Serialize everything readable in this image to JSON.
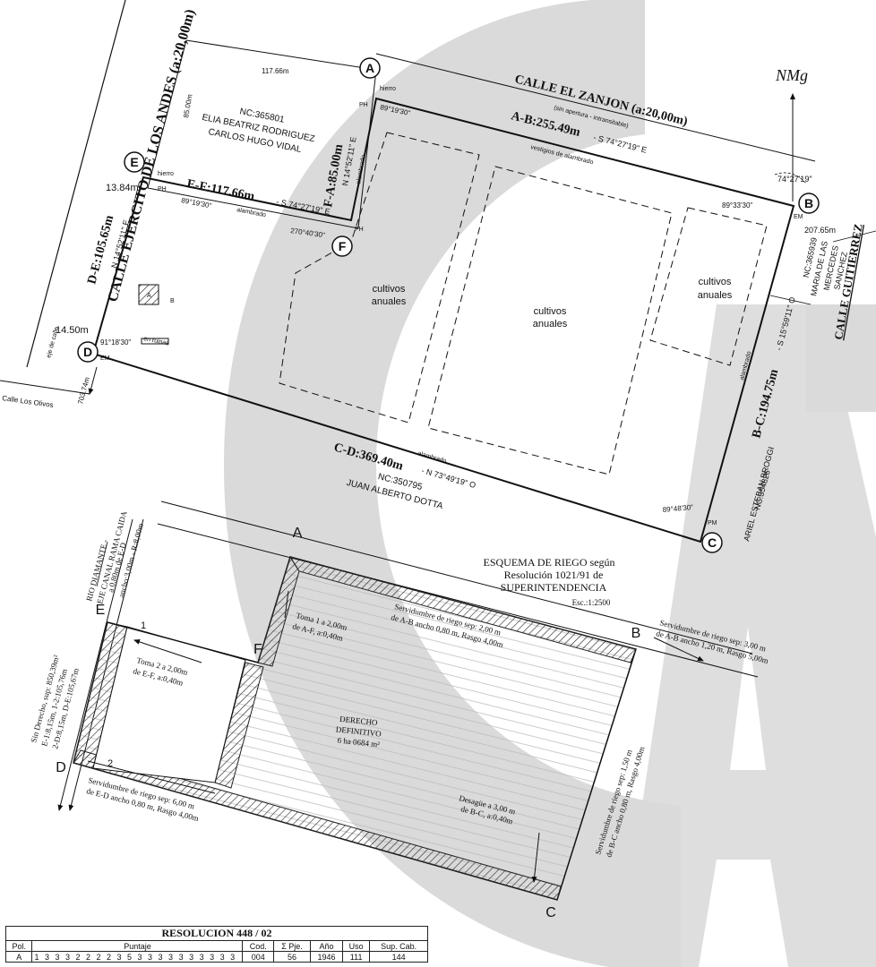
{
  "colors": {
    "ink": "#111111",
    "watermark": "#d4d4d4",
    "paper": "#ffffff"
  },
  "north": {
    "label": "NMg",
    "bearing": "74°27'19\""
  },
  "vertices": [
    "A",
    "B",
    "C",
    "D",
    "E",
    "F"
  ],
  "streets": {
    "ejercito": "CALLE EJERCITO DE LOS ANDES (a:20,00m)",
    "zanjon": "CALLE EL ZANJON (a:20,00m)",
    "zanjon_note": "(sin apertura - intransitable)",
    "guitierrez": "CALLE GUITIERREZ",
    "olivos": "Calle Los Olivos",
    "eje": "eje de calle"
  },
  "sides": {
    "ab": "A-B:255.49m",
    "ab_bearing": "- S 74°27'19\" E",
    "bc": "B-C:194.75m",
    "bc_bearing": "- S 15°59'11\" O",
    "cd": "C-D:369.40m",
    "cd_bearing": "- N 73°49'19\" O",
    "de": "D-E:105.65m",
    "de_bearing": "N 14°52'11\" E",
    "ef": "E-F:117.66m",
    "ef_bearing": "- S 74°27'19\" E",
    "fa": "F-A:85.00m",
    "fa_bearing": "N 14°52'11\" E"
  },
  "dims": {
    "top": "117.66m",
    "left85": "85.00m",
    "e_offset": "13.84m",
    "d_offset": "14.50m",
    "d_south": "703.74m",
    "b_east": "207.65m"
  },
  "angles": {
    "a": "89°19'30\"",
    "b": "89°33'30\"",
    "c": "89°48'30\"",
    "d": "91°18'30\"",
    "e": "89°19'30\"",
    "f": "270°40'30\""
  },
  "markers": {
    "hierro_a": "hierro",
    "hierro_e": "hierro",
    "ph": "PH",
    "em": "EM",
    "pm": "PM",
    "alambrado": "alambrado",
    "vestigios": "vestigios de alambrado",
    "ruinas": "en ruinas",
    "small_a": "A",
    "small_b": "B"
  },
  "owners": {
    "nw": [
      "NC:365801",
      "ELIA BEATRIZ RODRIGUEZ",
      "CARLOS HUGO VIDAL"
    ],
    "e": [
      "NC:365939",
      "MARIA DE LAS",
      "MERCEDES",
      "SANCHEZ"
    ],
    "se": [
      "NC:354826",
      "ARIEL ESTEBAN BROGGI"
    ],
    "s": [
      "NC:350795",
      "JUAN ALBERTO DOTTA"
    ]
  },
  "crops": {
    "line1": "cultivos",
    "line2": "anuales"
  },
  "scheme": {
    "title1": "ESQUEMA DE RIEGO según",
    "title2": "Resolución 1021/91 de",
    "title3": "SUPERINTENDENCIA",
    "scale": "Esc.:1:2500",
    "right_title": "DERECHO",
    "right_title2": "DEFINITIVO",
    "right_value": "6 ha 0684 m²",
    "toma1_a": "Toma 1 a 2,00m",
    "toma1_b": "de A-F, a:0,40m",
    "toma2_a": "Toma 2 a 2,00m",
    "toma2_b": "de E-F, a:0,40m",
    "serv_ab_a": "Servidumbre de riego sep: 2,00 m",
    "serv_ab_b": "de A-B ancho 0,80 m, Rasgo 4,00m",
    "serv_ab_out_a": "Servidumbre de riego sep: 3,00 m",
    "serv_ab_out_b": "de A-B ancho 1,20 m, Rasgo 5,00m",
    "serv_ed_a": "Servidumbre de riego sep: 6,00 m",
    "serv_ed_b": "de E-D ancho 0,80 m, Rasgo 4,00m",
    "serv_bc_a": "Servidumbre de riego sep: 1,50 m",
    "serv_bc_b": "de B-C ancho 0,80 m, Rasgo 4,00m",
    "desague_a": "Desagüe a 3,00 m",
    "desague_b": "de B-C, a:0,40m",
    "canal1": "RIO DIAMANTE -",
    "canal2": "EJE CANAL RAMA CAIDA",
    "canal3": "a 0,80m de E-D",
    "canal4": "ancho:3,00m - R:8,00m",
    "sinder1": "Sin Derecho, sup: 850,39m²",
    "sinder2": "E-1:8,15m, 1-2:105,76m",
    "sinder3": "2-D:8,15m, D-E:105,67m",
    "pt1": "1",
    "pt2": "2"
  },
  "resolution": {
    "title": "RESOLUCION 448 / 02",
    "headers": [
      "Pol.",
      "Puntaje",
      "Cod.",
      "Σ Pje.",
      "Año",
      "Uso",
      "Sup. Cab."
    ],
    "row": [
      "A",
      "1 3 3 3 2 2 2 2 3 5 3 3 3 3 3 3 3 3 3 3",
      "004",
      "56",
      "1946",
      "111",
      "144"
    ]
  }
}
